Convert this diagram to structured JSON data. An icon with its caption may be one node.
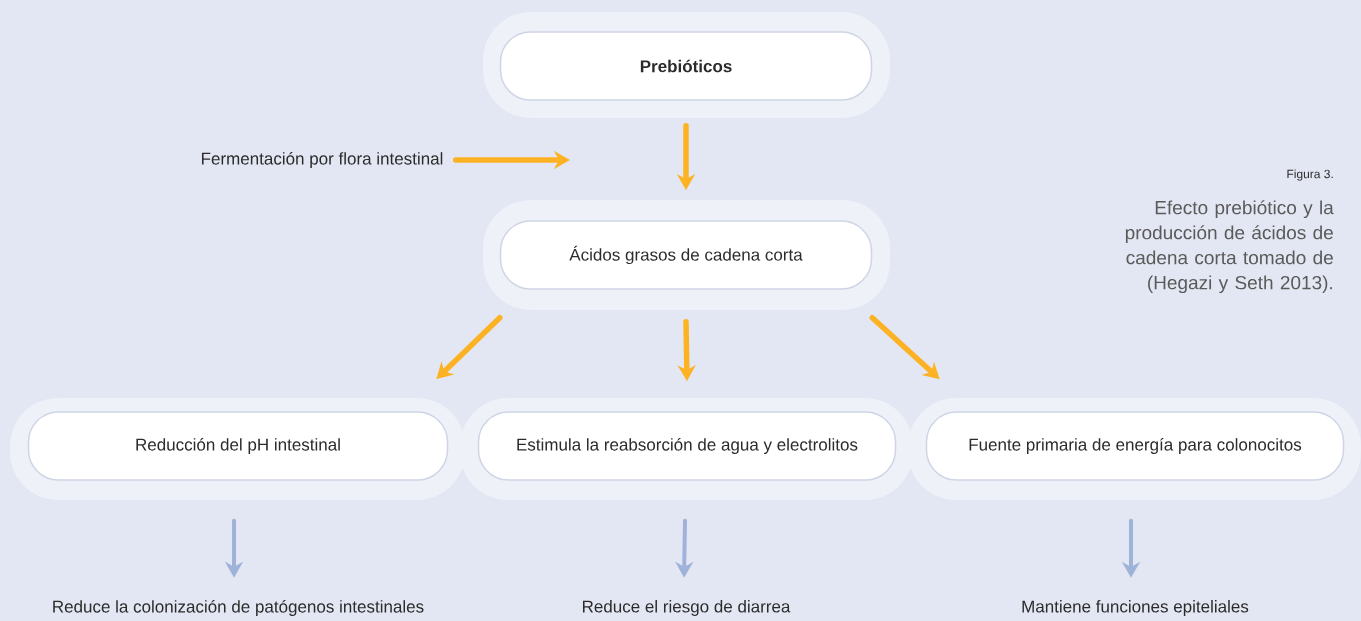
{
  "diagram": {
    "caption": "Efecto prebiótico y la producción de ácidos de cadena corta tomado de (Hegazi y Seth 2013).",
    "nodes": [
      {
        "text": [
          "Prebióticos"
        ]
      },
      {
        "text": [
          "Fermentación por flora intestinal"
        ]
      },
      {
        "text": [
          "Ácidos grasos de cadena corta"
        ]
      },
      {
        "text": [
          "Reducción del pH intestinal"
        ]
      },
      {
        "text": [
          "Estimula la reabsorción de agua y electrolitos"
        ]
      },
      {
        "text": [
          "Fuente primaria de energía para colonocitos"
        ]
      },
      {
        "text": [
          "Reduce la colonización de patógenos intestinales"
        ]
      },
      {
        "text": [
          "Reduce el riesgo de diarrea"
        ]
      },
      {
        "text": [
          "Mantiene funciones epiteliales"
        ]
      }
    ],
    "edges": [
      {
        "from": 0,
        "to": 2,
        "arrow": "to"
      },
      {
        "from": 1,
        "to": null,
        "arrow": "to"
      },
      {
        "from": 2,
        "to": 3,
        "arrow": "to"
      },
      {
        "from": 2,
        "to": 4,
        "arrow": "to"
      },
      {
        "from": 2,
        "to": 5,
        "arrow": "to"
      },
      {
        "from": 3,
        "to": 6,
        "arrow": "to",
        "color": "#9fb3d9"
      },
      {
        "from": 4,
        "to": 7,
        "arrow": "to",
        "color": "#9fb3d9"
      },
      {
        "from": 5,
        "to": 8,
        "arrow": "to",
        "color": "#9fb3d9"
      }
    ],
    "labels": [
      "Figura 3."
    ]
  }
}
